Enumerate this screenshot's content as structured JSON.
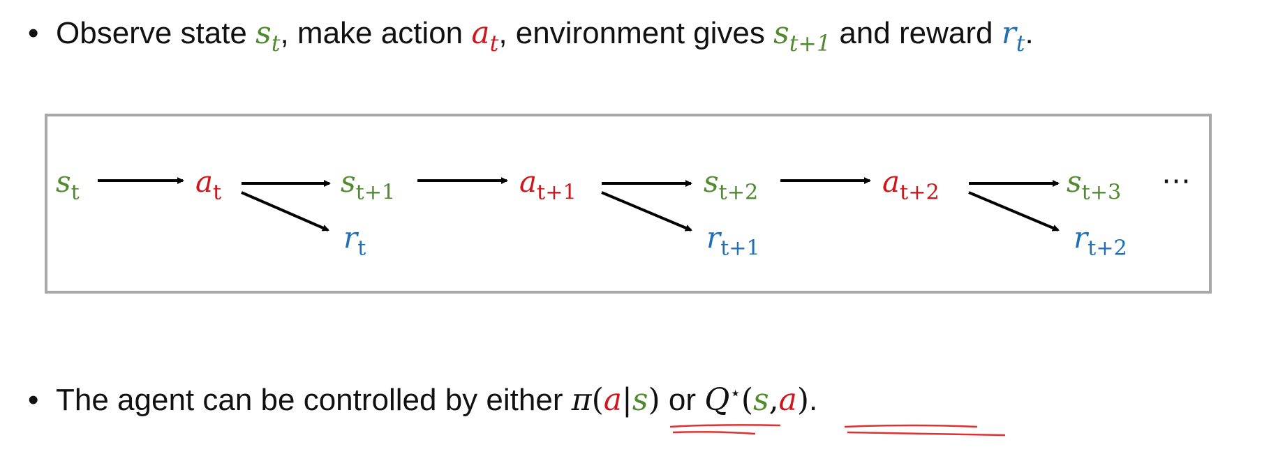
{
  "bullet1": {
    "parts": [
      "Observe state ",
      ", make action ",
      ", environment gives ",
      " and reward ",
      "."
    ],
    "s_t": "s",
    "s_t_sub": "t",
    "a_t": "a",
    "a_t_sub": "t",
    "s_next": "s",
    "s_next_sub": "t+1",
    "r_t": "r",
    "r_t_sub": "t"
  },
  "diagram": {
    "nodes": {
      "s0": {
        "sym": "s",
        "sub": "t"
      },
      "a0": {
        "sym": "a",
        "sub": "t"
      },
      "s1": {
        "sym": "s",
        "sub": "t+1"
      },
      "r0": {
        "sym": "r",
        "sub": "t"
      },
      "a1": {
        "sym": "a",
        "sub": "t+1"
      },
      "s2": {
        "sym": "s",
        "sub": "t+2"
      },
      "r1": {
        "sym": "r",
        "sub": "t+1"
      },
      "a2": {
        "sym": "a",
        "sub": "t+2"
      },
      "s3": {
        "sym": "s",
        "sub": "t+3"
      },
      "r2": {
        "sym": "r",
        "sub": "t+2"
      }
    },
    "ellipsis": "⋯"
  },
  "bullet2": {
    "lead": "The agent can be controlled by either ",
    "or": " or ",
    "end": ".",
    "pi": "π",
    "Q": "Q",
    "star": "⋆",
    "a": "a",
    "s": "s",
    "bar": "|",
    "comma": ",",
    "lp": "(",
    "rp": ")"
  },
  "colors": {
    "state": "#4f8a2e",
    "action": "#d0161b",
    "reward": "#1f6fb8",
    "frame": "#a8a8a8"
  }
}
